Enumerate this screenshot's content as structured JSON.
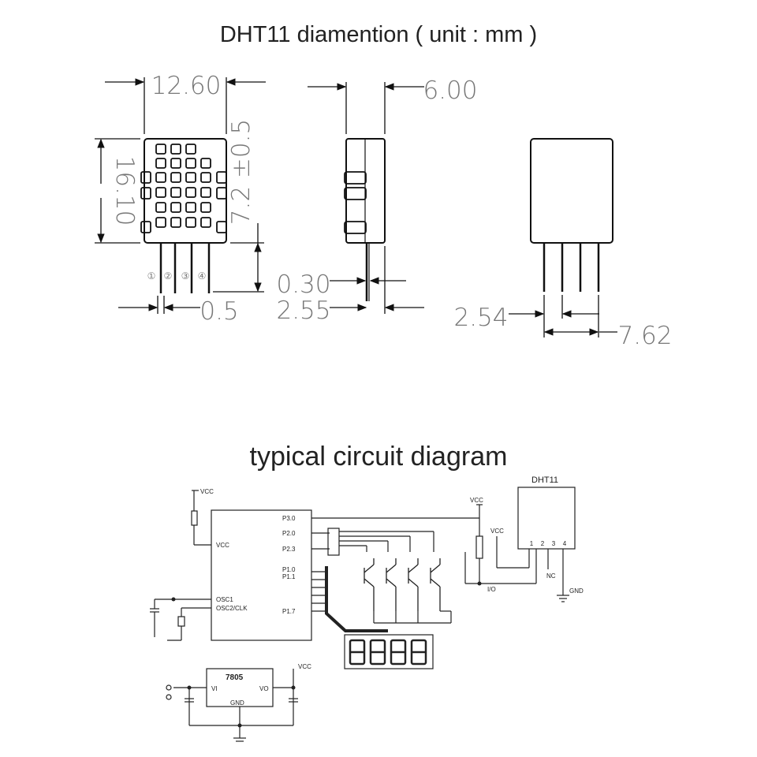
{
  "titles": {
    "dimensions": "DHT11 diamention ( unit : mm )",
    "circuit": "typical circuit diagram"
  },
  "dimensions": {
    "front_width": "12.60",
    "front_height": "16.10",
    "front_body_depth": "7.2 ±0.5",
    "pin_width": "0.5",
    "pin_numbers": [
      "①",
      "②",
      "③",
      "④"
    ],
    "side_depth": "6.00",
    "side_pin": "0.30",
    "side_offset": "2.55",
    "rear_pitch": "2.54",
    "rear_span": "7.62"
  },
  "circuit": {
    "mcu_pins": [
      "P3.0",
      "P2.0",
      "P2.3",
      "P1.0",
      "P1.1",
      "P1.7"
    ],
    "mcu_vcc": "VCC",
    "osc1": "OSC1",
    "osc2": "OSC2/CLK",
    "vcc_labels": [
      "VCC",
      "VCC",
      "VCC",
      "VCC"
    ],
    "dht11_label": "DHT11",
    "dht11_pins": [
      "1",
      "2",
      "3",
      "4"
    ],
    "io_label": "I/O",
    "nc_label": "NC",
    "gnd_label": "GND",
    "regulator": {
      "name": "7805",
      "vi": "VI",
      "vo": "VO",
      "gnd": "GND"
    }
  }
}
